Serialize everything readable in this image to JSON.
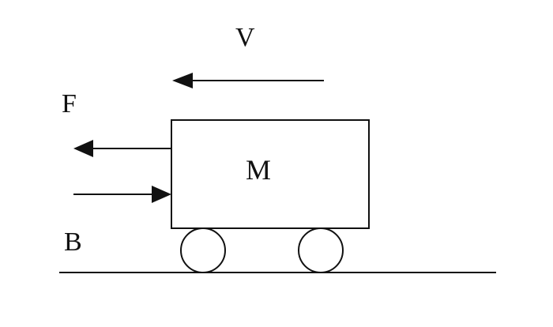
{
  "diagram": {
    "labels": {
      "velocity": "V",
      "force": "F",
      "mass": "M",
      "point": "B"
    },
    "colors": {
      "ink": "#111111",
      "background": "#ffffff"
    },
    "icons": {
      "velocity_arrow": "arrow-left-icon",
      "force_arrow_left": "arrow-left-icon",
      "force_arrow_right": "arrow-right-icon"
    }
  }
}
